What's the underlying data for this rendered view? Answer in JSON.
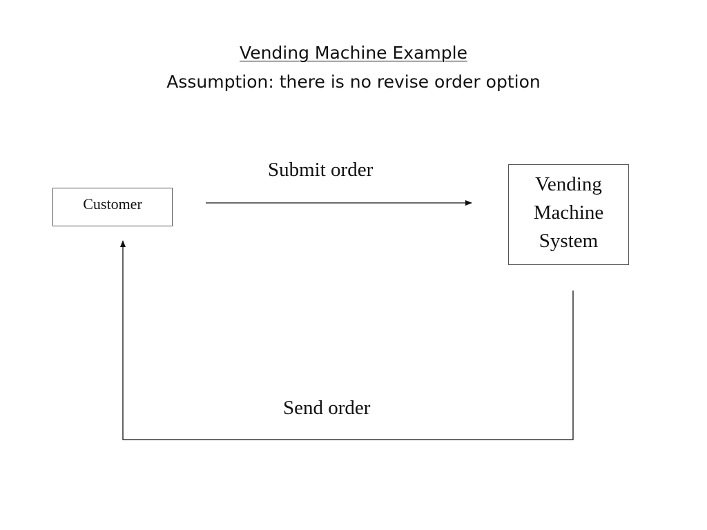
{
  "title": "Vending Machine Example",
  "subtitle": "Assumption: there is no revise order option",
  "nodes": {
    "customer": {
      "label": "Customer"
    },
    "vending_machine": {
      "lines": [
        "Vending",
        "Machine",
        "System"
      ]
    }
  },
  "edges": {
    "submit": {
      "label": "Submit order",
      "from": "Customer",
      "to": "Vending Machine System"
    },
    "send": {
      "label": "Send order",
      "from": "Vending Machine System",
      "to": "Customer"
    }
  }
}
